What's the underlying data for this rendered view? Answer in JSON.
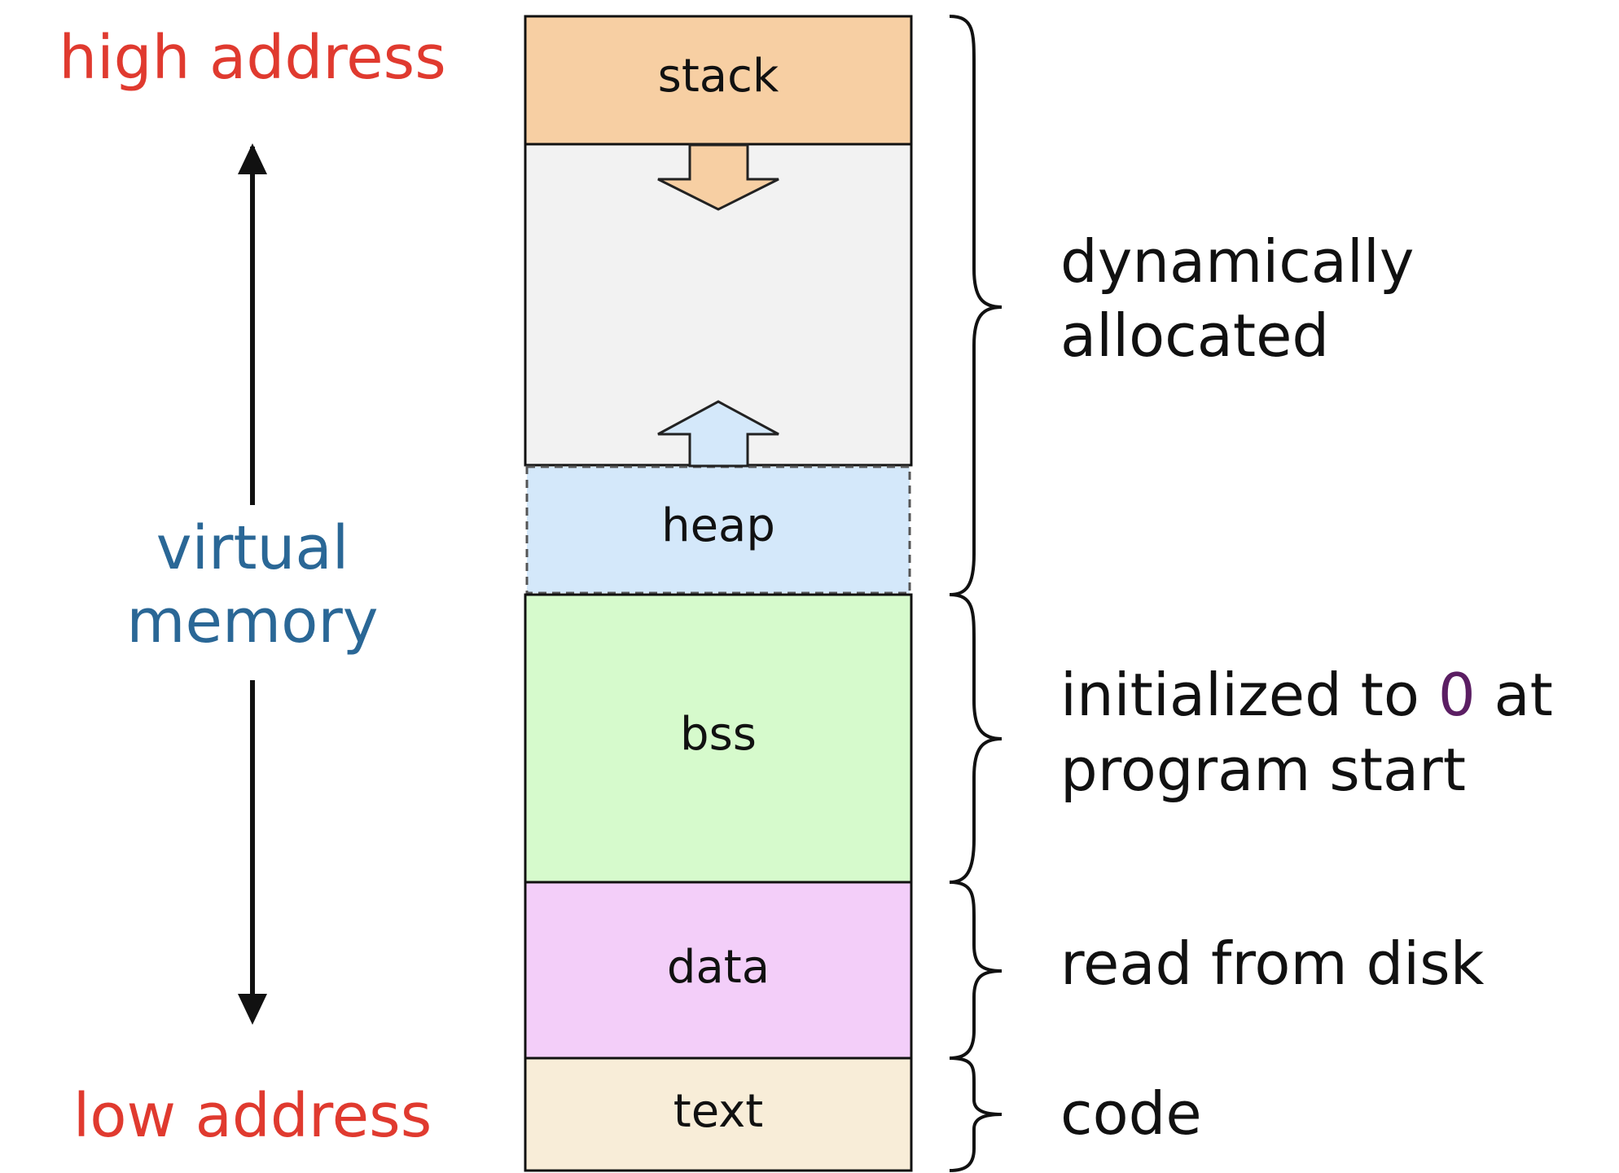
{
  "address_labels": {
    "high": "high address",
    "low": "low address"
  },
  "axis_label": {
    "line1": "virtual",
    "line2": "memory"
  },
  "segments": [
    {
      "key": "stack",
      "label": "stack",
      "fill": "#F7CFA3"
    },
    {
      "key": "free",
      "label": "",
      "fill": "#F2F2F2"
    },
    {
      "key": "heap",
      "label": "heap",
      "fill": "#D4E8FA"
    },
    {
      "key": "bss",
      "label": "bss",
      "fill": "#D6FACC"
    },
    {
      "key": "data",
      "label": "data",
      "fill": "#F3CEF9"
    },
    {
      "key": "text",
      "label": "text",
      "fill": "#F8EDD8"
    }
  ],
  "groups": {
    "dynamic": {
      "line1": "dynamically",
      "line2": "allocated"
    },
    "bss": {
      "line1_prefix": "initialized to ",
      "line1_zero": "0",
      "line1_suffix": " at",
      "line2": "program start"
    },
    "data": {
      "line1": "read from disk"
    },
    "text": {
      "line1": "code"
    }
  },
  "colors": {
    "address": "#E03A2F",
    "memory": "#2A6796",
    "zero": "#5B1E63",
    "stack_arrow": "#F7CFA3",
    "heap_arrow": "#D4E8FA",
    "outline": "#111111"
  },
  "icons": {
    "stack_arrow": "arrow-down-icon",
    "heap_arrow": "arrow-up-icon",
    "axis_arrow": "double-headed-arrow-icon"
  }
}
